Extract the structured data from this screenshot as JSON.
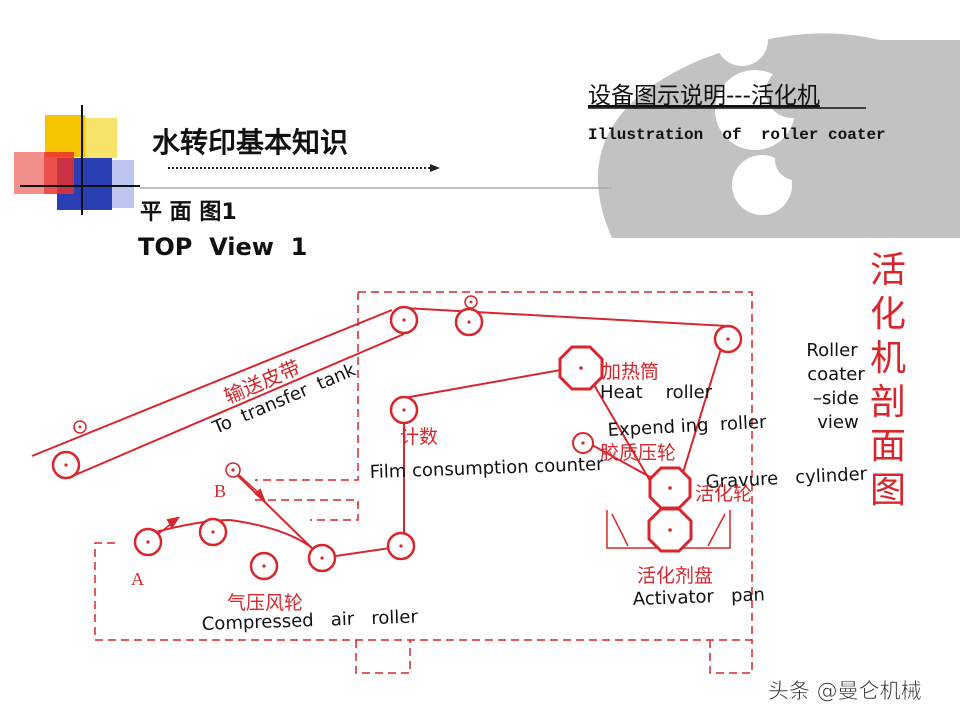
{
  "header": {
    "main_title": "水转印基本知识",
    "slide_title_cn": "设备图示说明---活化机",
    "slide_title_en": "Illustration  of  roller coater"
  },
  "view": {
    "cn": "平 面 图1",
    "en": "TOP  View  1"
  },
  "side_vertical": [
    "活",
    "化",
    "机",
    "剖",
    "面",
    "图"
  ],
  "side_view_en": [
    "Roller",
    "coater",
    "–side",
    "view"
  ],
  "labels": {
    "conveyor_cn": "输送皮带",
    "conveyor_en": "To  transfer  tank",
    "heat_cn": "加热筒",
    "heat_en": "Heat    roller",
    "expend_en": "Expend ing  roller",
    "rubber_cn": "胶质压轮",
    "gravure_en": "Gravure   cylinder",
    "activation_cn": "活化轮",
    "count_cn": "计数",
    "film_counter_en": "Film consumption counter",
    "pan_cn": "活化剂盘",
    "pan_en": "Activator   pan",
    "air_cn": "气压风轮",
    "air_en": "Compressed   air   roller",
    "point_a": "A",
    "point_b": "B"
  },
  "watermark": "头条 @曼仑机械",
  "colors": {
    "accent_red": "#d9262c",
    "logo_yellow": "#f6c400",
    "logo_blue": "#2b3fb5",
    "logo_red": "#e8312e",
    "watermark_gray": "#b8b8b8"
  }
}
